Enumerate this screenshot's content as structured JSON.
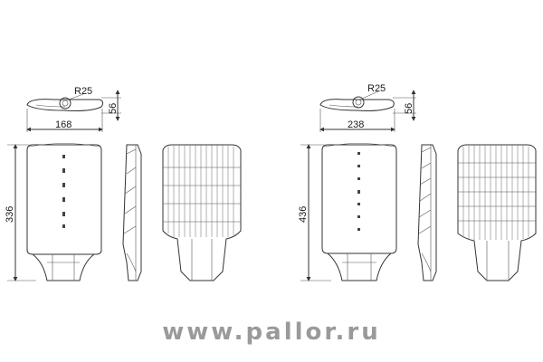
{
  "figures": [
    {
      "id": "small",
      "top_dims": {
        "width": "168",
        "height": "56",
        "radius": "R25"
      },
      "front_height": "336"
    },
    {
      "id": "large",
      "top_dims": {
        "width": "238",
        "height": "56",
        "radius": "R25"
      },
      "front_height": "436"
    }
  ],
  "website": "www.pallor.ru",
  "colors": {
    "lines": "#333333",
    "watermark": "#9a9a9a"
  }
}
